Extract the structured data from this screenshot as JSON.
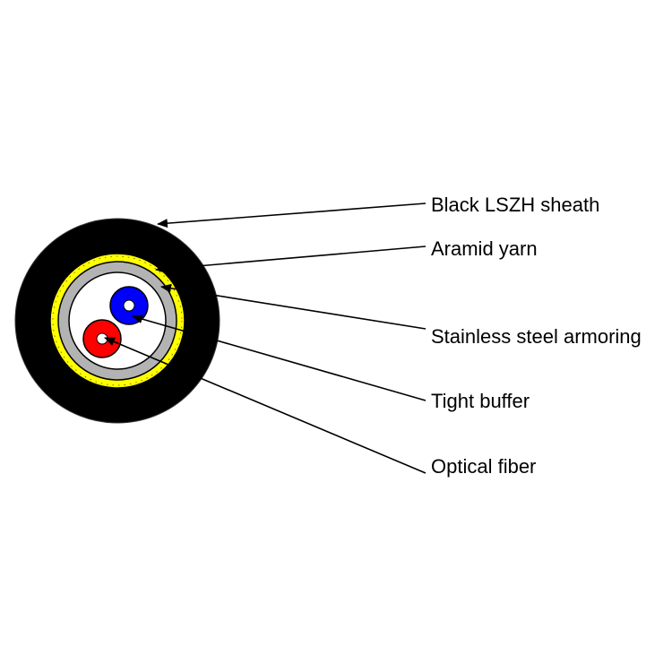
{
  "labels": {
    "sheath": "Black LSZH sheath",
    "aramid": "Aramid yarn",
    "armoring": "Stainless steel armoring",
    "buffer": "Tight buffer",
    "fiber": "Optical fiber"
  },
  "colors": {
    "sheath": "#000000",
    "aramid": "#ffff00",
    "armoring": "#b3b3b3",
    "core": "#ffffff",
    "buffer_1": "#0000ff",
    "buffer_2": "#ff0000",
    "fiber_core": "#ffffff",
    "leader_line": "#000000",
    "text": "#000000"
  }
}
